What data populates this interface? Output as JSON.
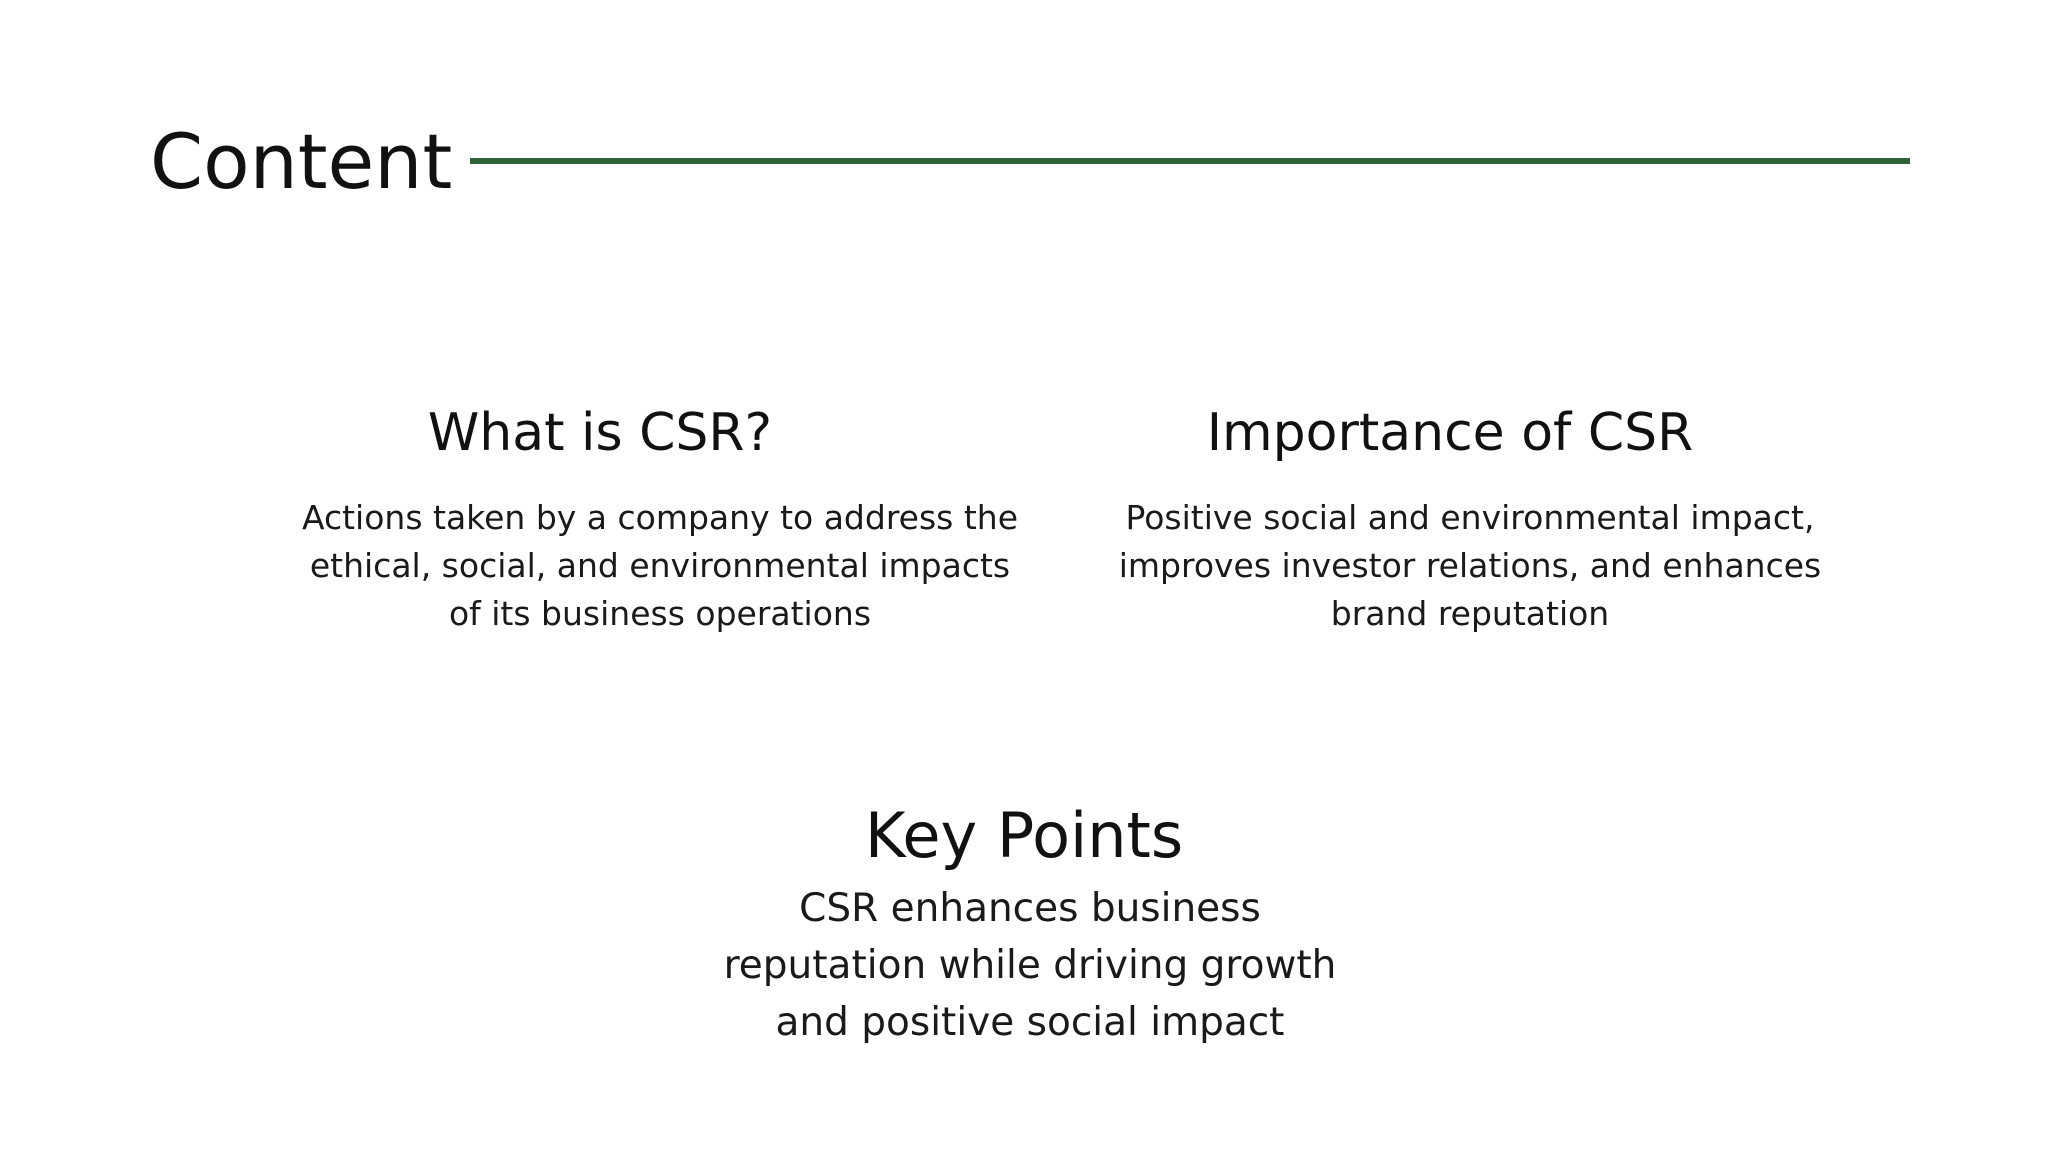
{
  "slide": {
    "title": "Content",
    "accent_color": "#2e6237"
  },
  "sections": {
    "what_is_csr": {
      "heading": "What is CSR?",
      "body": "Actions taken by a company to address the ethical, social, and environmental impacts of its business operations"
    },
    "importance_of_csr": {
      "heading": "Importance of CSR",
      "body": "Positive social and environmental impact, improves investor relations, and enhances brand reputation"
    },
    "key_points": {
      "heading": "Key Points",
      "body": "CSR enhances business reputation while driving growth and positive social impact"
    }
  }
}
